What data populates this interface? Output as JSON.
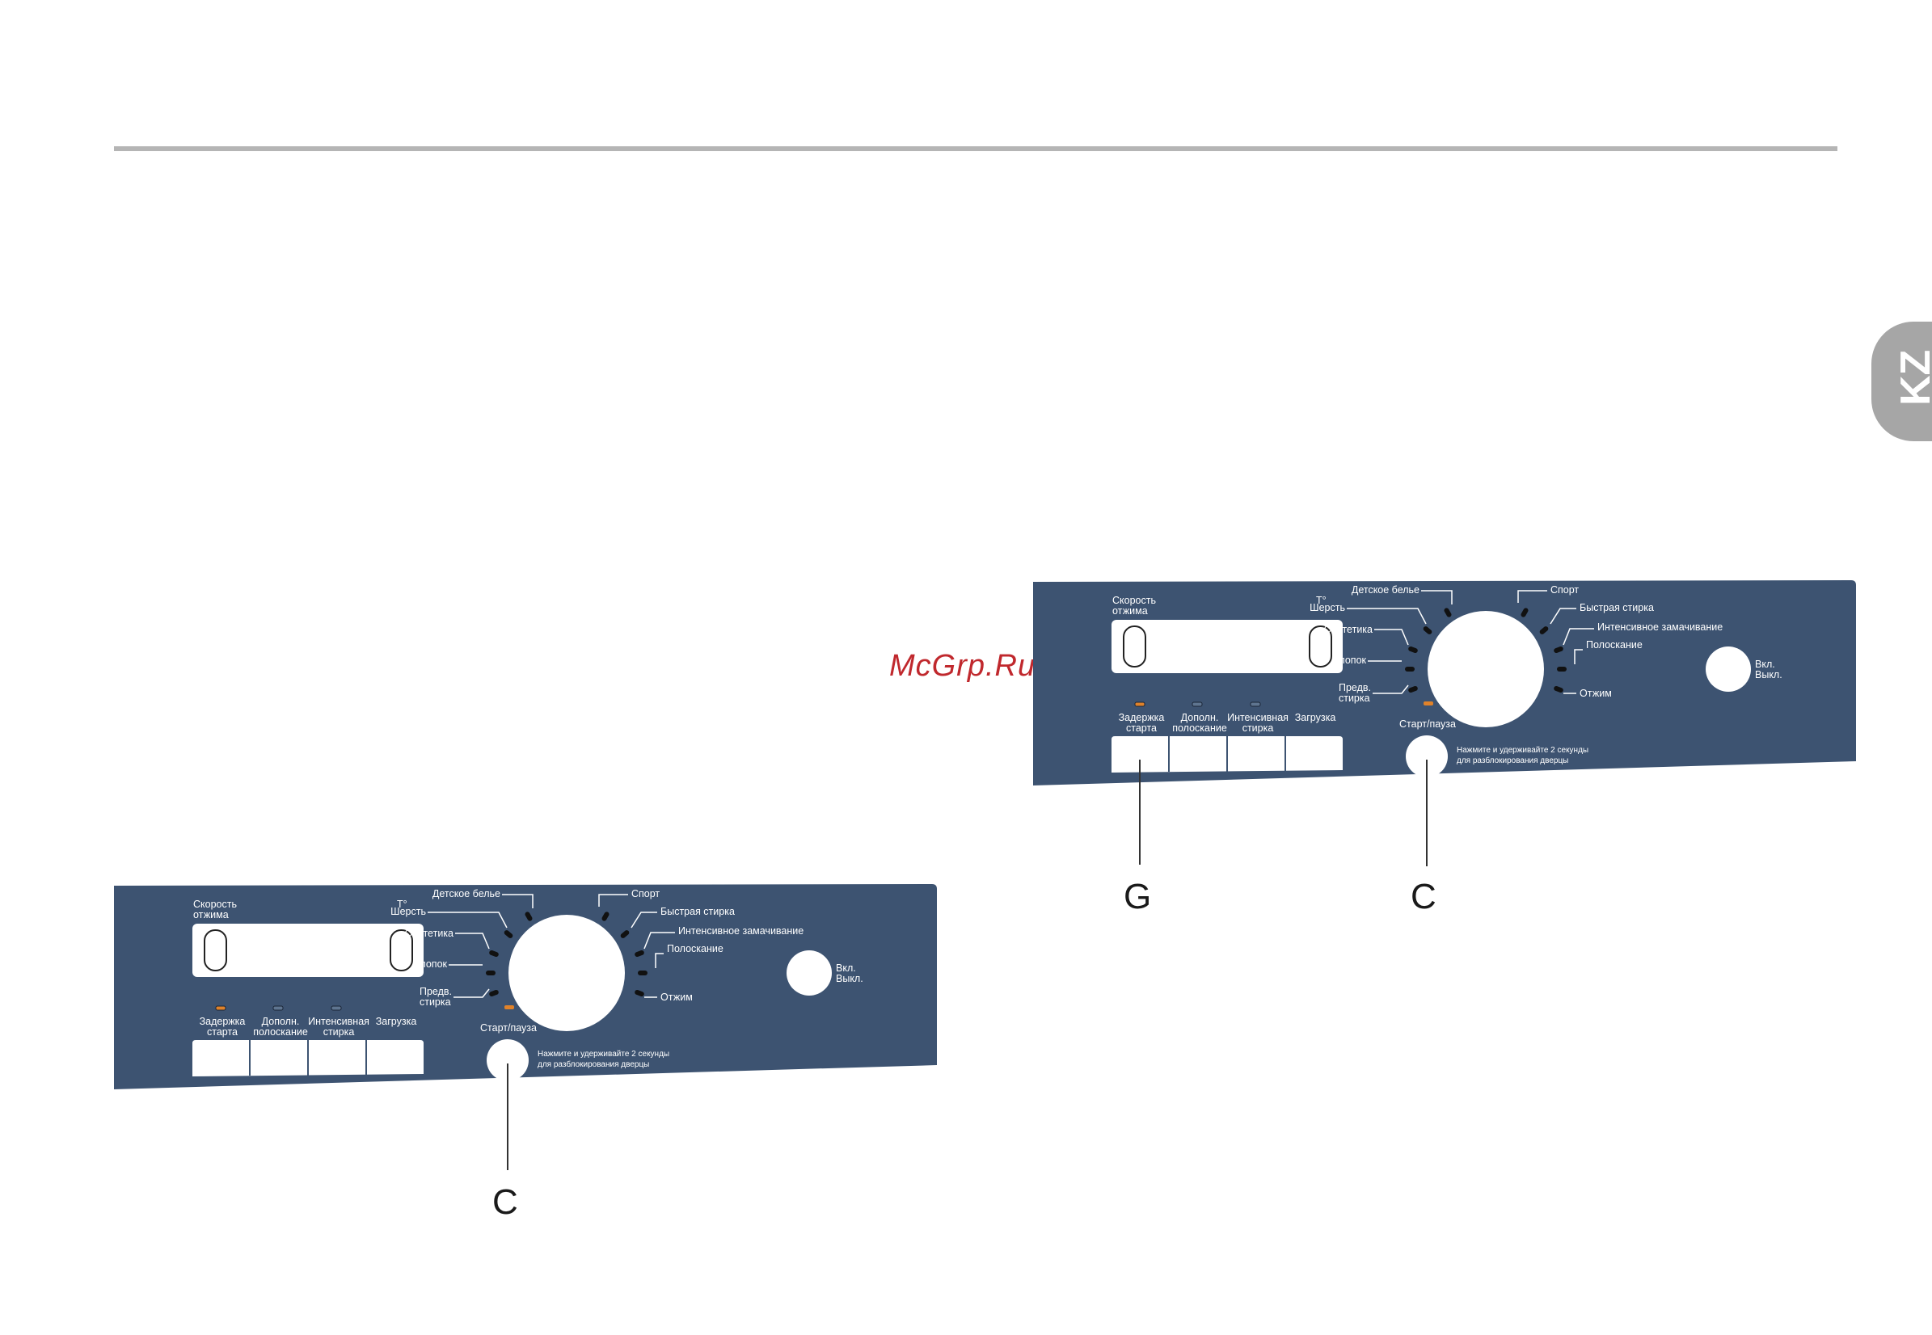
{
  "header_rule": true,
  "side_tab": {
    "label": "KZ"
  },
  "watermark": "McGrp.Ru",
  "panel": {
    "spin_label": "Скорость\nотжима",
    "temp_label": "T°",
    "led_labels": [
      "Задержка\nстарта",
      "Дополн.\nполоскание",
      "Интенсивная\nстирка",
      "Загрузка"
    ],
    "programs_left": [
      "Детское белье",
      "Шерсть",
      "Синтетика",
      "Хлопок",
      "Предв.\nстирка"
    ],
    "programs_right": [
      "Спорт",
      "Быстрая стирка",
      "Интенсивное замачивание",
      "Полоскание",
      "Отжим"
    ],
    "power_label": "Вкл.\nВыкл.",
    "start_label": "Старт/пауза",
    "hint": "Нажмите и удерживайте 2 секунды\nдля разблокирования дверцы"
  },
  "callouts": {
    "top_left": "G",
    "top_right": "C",
    "bottom": "C"
  },
  "colors": {
    "panel": "#3d5371",
    "led_amber": "#e0822a",
    "led_off": "#5f7590",
    "rule": "#b5b5b5",
    "tab": "#a6a6a6",
    "watermark": "#c0282d"
  }
}
